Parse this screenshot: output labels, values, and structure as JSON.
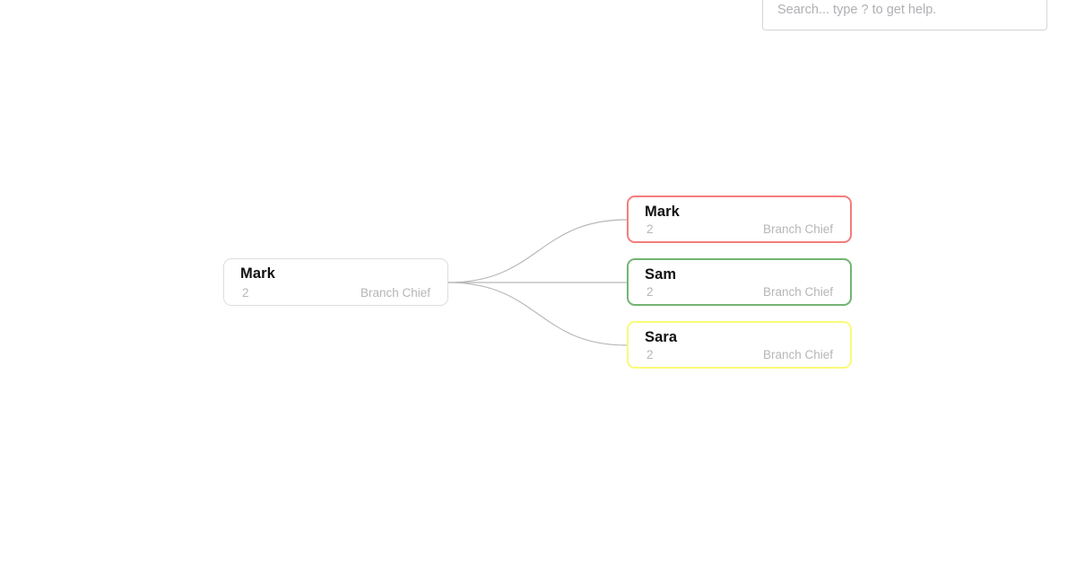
{
  "search": {
    "placeholder": "Search... type ? to get help.",
    "value": ""
  },
  "colors": {
    "root_border": "#dddddd",
    "link_stroke": "#b7b7b7",
    "title_text": "#111111",
    "muted_text": "#b6b6b6",
    "search_border": "#d5d5d8",
    "search_placeholder": "#b0b0b4",
    "background": "#ffffff"
  },
  "tree": {
    "root": {
      "name": "Mark",
      "count": "2",
      "role": "Branch Chief",
      "border_color": "#dddddd"
    },
    "children": [
      {
        "name": "Mark",
        "count": "2",
        "role": "Branch Chief",
        "border_color": "#f57c7c"
      },
      {
        "name": "Sam",
        "count": "2",
        "role": "Branch Chief",
        "border_color": "#72b472"
      },
      {
        "name": "Sara",
        "count": "2",
        "role": "Branch Chief",
        "border_color": "#fafa78"
      }
    ]
  }
}
